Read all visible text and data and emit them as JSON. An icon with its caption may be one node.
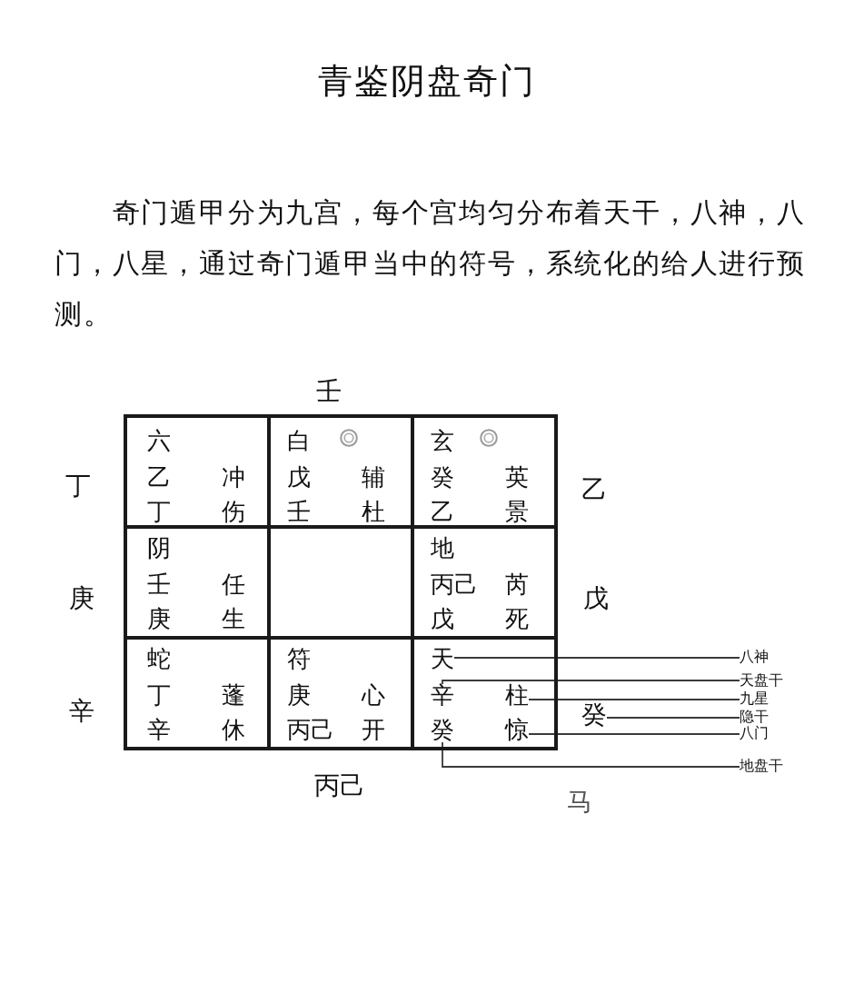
{
  "diagram": {
    "title": "青鉴阴盘奇门",
    "nodes": [
      {
        "text": [
          "六",
          "乙",
          "冲",
          "丁",
          "伤"
        ]
      },
      {
        "text": [
          "白",
          "戊",
          "辅",
          "壬",
          "杜"
        ]
      },
      {
        "text": [
          "玄",
          "癸",
          "英",
          "乙",
          "景"
        ]
      },
      {
        "text": [
          "阴",
          "壬",
          "任",
          "庚",
          "生"
        ]
      },
      {
        "text": [],
        "shape": "box"
      },
      {
        "text": [
          "地",
          "丙己",
          "芮",
          "戊",
          "死"
        ]
      },
      {
        "text": [
          "蛇",
          "丁",
          "蓬",
          "辛",
          "休"
        ]
      },
      {
        "text": [
          "符",
          "庚",
          "心",
          "丙己",
          "开"
        ]
      },
      {
        "text": [],
        "shape": "box"
      },
      {
        "text": [
          "天"
        ],
        "in": 8
      },
      {
        "text": [
          "辛"
        ],
        "in": 8
      },
      {
        "text": [
          "柱"
        ],
        "in": 8
      },
      {
        "text": [
          "癸"
        ],
        "in": 8
      },
      {
        "text": [
          "惊"
        ],
        "in": 8
      },
      {
        "text": [
          "癸"
        ]
      },
      {
        "text": [
          "八神"
        ]
      },
      {
        "text": [
          "天盘干"
        ]
      },
      {
        "text": [
          "九星"
        ]
      },
      {
        "text": [
          "隐干"
        ]
      },
      {
        "text": [
          "八门"
        ]
      },
      {
        "text": [
          "地盘干"
        ]
      }
    ],
    "edges": [
      {
        "from": 15,
        "to": 9,
        "arrow": "none"
      },
      {
        "from": 16,
        "to": 10,
        "arrow": "none"
      },
      {
        "from": 17,
        "to": 11,
        "arrow": "none"
      },
      {
        "from": 18,
        "to": 14,
        "arrow": "none"
      },
      {
        "from": 19,
        "to": 13,
        "arrow": "none"
      },
      {
        "from": 20,
        "to": 12,
        "arrow": "none"
      }
    ],
    "labels": [
      "奇门遁甲分为九宫，每个宫均匀分布着天干，八神，八门，八星，通过奇门遁甲当中的符号，系统化的给人进行预测。",
      "壬",
      "丁",
      "乙",
      "庚",
      "戊",
      "辛",
      "丙己",
      "马"
    ]
  }
}
